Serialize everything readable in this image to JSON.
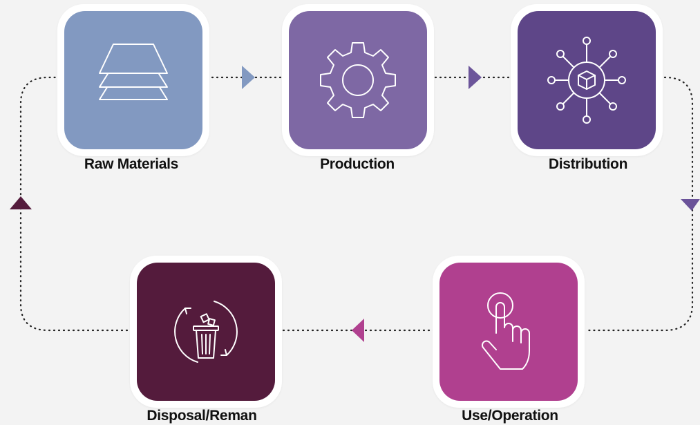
{
  "colors": {
    "background": "#f3f3f3",
    "raw_materials": "#8299c1",
    "production": "#7e68a4",
    "distribution": "#5e4688",
    "use_operation": "#b0408f",
    "disposal_reman": "#541b3c",
    "connector": "#222222"
  },
  "stages": {
    "raw_materials": {
      "label": "Raw Materials",
      "icon": "layers-icon"
    },
    "production": {
      "label": "Production",
      "icon": "gear-icon"
    },
    "distribution": {
      "label": "Distribution",
      "icon": "network-box-icon"
    },
    "use_operation": {
      "label": "Use/Operation",
      "icon": "hand-pointer-icon"
    },
    "disposal_reman": {
      "label": "Disposal/Reman",
      "icon": "recycle-trash-icon"
    }
  }
}
